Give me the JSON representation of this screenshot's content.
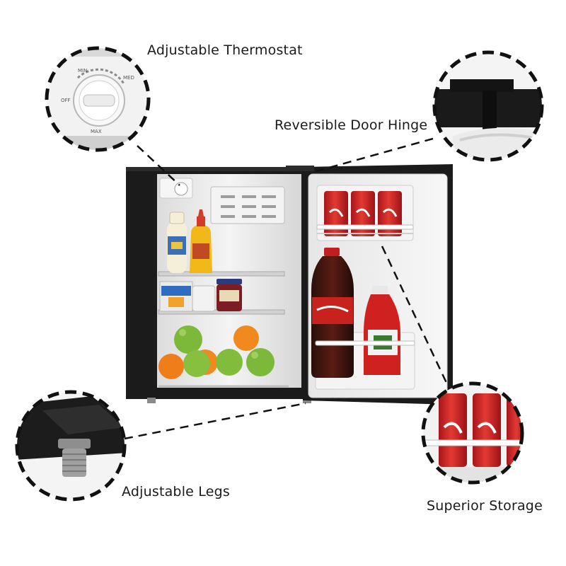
{
  "callouts": {
    "thermostat": "Adjustable Thermostat",
    "hinge": "Reversible Door Hinge",
    "legs": "Adjustable Legs",
    "storage": "Superior Storage"
  },
  "thermostat_dial": {
    "min": "MIN",
    "med": "MED",
    "max": "MAX",
    "off": "OFF"
  },
  "colors": {
    "cabinet": "#1b1b1b",
    "interior": "#efefef",
    "can_red": "#d42a26",
    "dashed_circle": "#111111"
  }
}
